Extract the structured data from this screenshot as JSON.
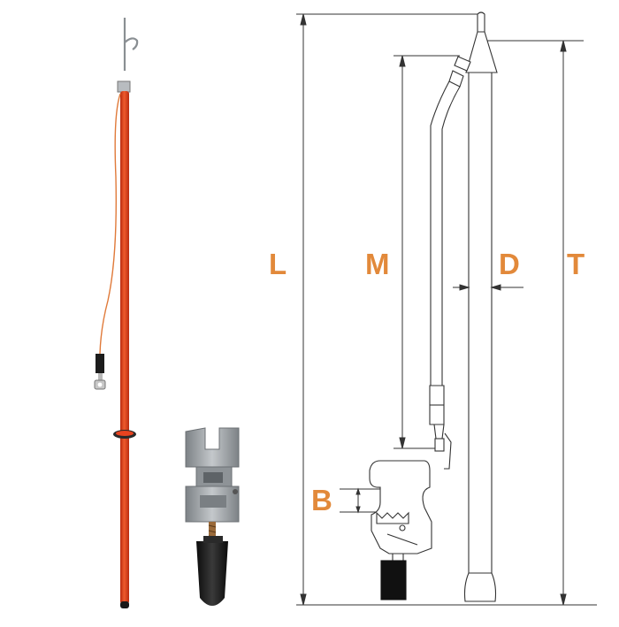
{
  "labels": {
    "L": "L",
    "M": "M",
    "D": "D",
    "T": "T",
    "B": "B"
  },
  "colors": {
    "label": "#e2893a",
    "pole": "#e8431f",
    "pole_dark": "#b92c10",
    "cable": "#e07a3a",
    "clamp_metal": "#9da2a6",
    "handle": "#1a1a1a",
    "line": "#333333"
  }
}
